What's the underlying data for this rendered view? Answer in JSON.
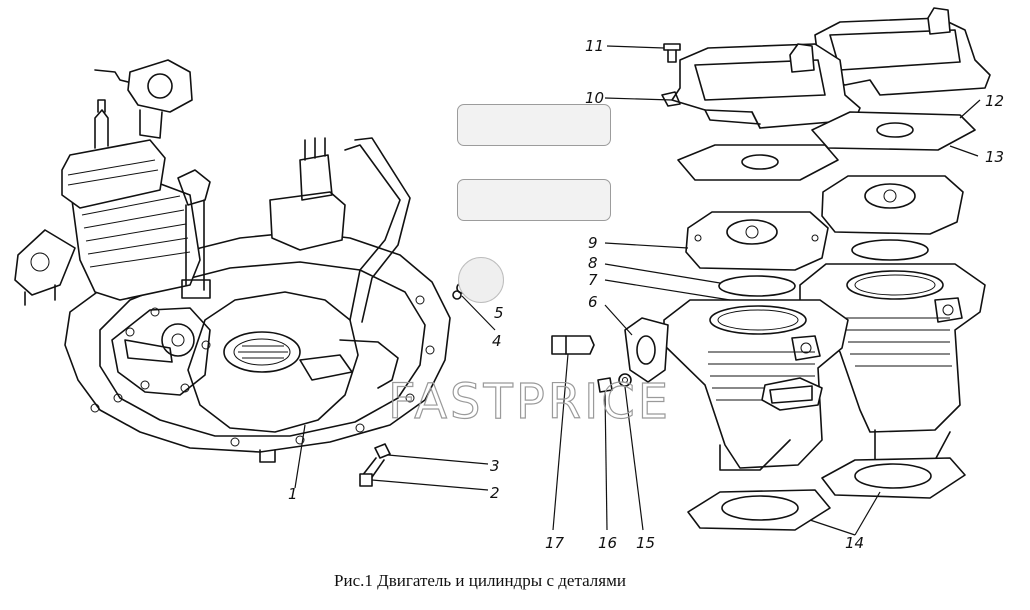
{
  "caption": "Рис.1  Двигатель и цилиндры с деталями",
  "watermark": "FASTPRICE",
  "callouts": [
    "1",
    "2",
    "3",
    "4",
    "5",
    "6",
    "7",
    "8",
    "9",
    "10",
    "11",
    "12",
    "13",
    "14",
    "15",
    "16",
    "17"
  ]
}
